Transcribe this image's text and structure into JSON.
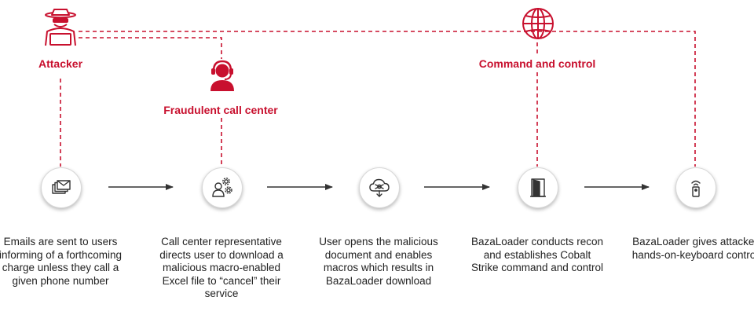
{
  "colors": {
    "accent": "#c8102e",
    "text": "#222222",
    "arrow": "#333333"
  },
  "actors": {
    "attacker": {
      "label": "Attacker",
      "icon": "hacker-icon"
    },
    "call_center": {
      "label": "Fraudulent call center",
      "icon": "headset-operator-icon"
    },
    "c2": {
      "label": "Command and control",
      "icon": "globe-icon"
    }
  },
  "steps": [
    {
      "icon": "email-stack-icon",
      "text": "Emails are sent to users informing of a forthcoming charge unless they call a given phone number"
    },
    {
      "icon": "user-gears-icon",
      "text": "Call center representative directs user to download a malicious macro-enabled Excel file to “cancel” their service"
    },
    {
      "icon": "cloud-download-icon",
      "text": "User opens the malicious document and enables macros which results in BazaLoader download"
    },
    {
      "icon": "open-door-icon",
      "text": "BazaLoader conducts recon and establishes Cobalt Strike command and control"
    },
    {
      "icon": "remote-device-icon",
      "text": "BazaLoader gives attacker hands-on-keyboard control"
    }
  ]
}
